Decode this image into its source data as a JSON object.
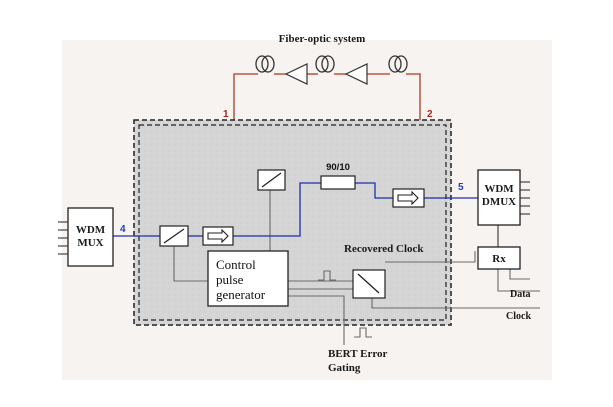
{
  "title": "Fiber-optic system",
  "port_labels": {
    "p1": "1",
    "p2": "2",
    "p4": "4",
    "p5": "5"
  },
  "coupler_label": "90/10",
  "wdm_mux": {
    "line1": "WDM",
    "line2": "MUX"
  },
  "wdm_dmux": {
    "line1": "WDM",
    "line2": "DMUX"
  },
  "control_pulse_generator": {
    "line1": "Control",
    "line2": "pulse",
    "line3": "generator"
  },
  "recovered_clock": "Recovered Clock",
  "rx": "Rx",
  "data": "Data",
  "clock": "Clock",
  "bert": {
    "line1": "BERT Error",
    "line2": "Gating"
  },
  "colors": {
    "background_panel": "#f6f3f0",
    "loop_line": "#b03a1e",
    "signal_line": "#1f2fb0",
    "control_line": "#6b6b6b",
    "dashed_box_fill": "#d5d5d5",
    "port_red": "#b0221e",
    "port_blue": "#1f3fc4"
  }
}
